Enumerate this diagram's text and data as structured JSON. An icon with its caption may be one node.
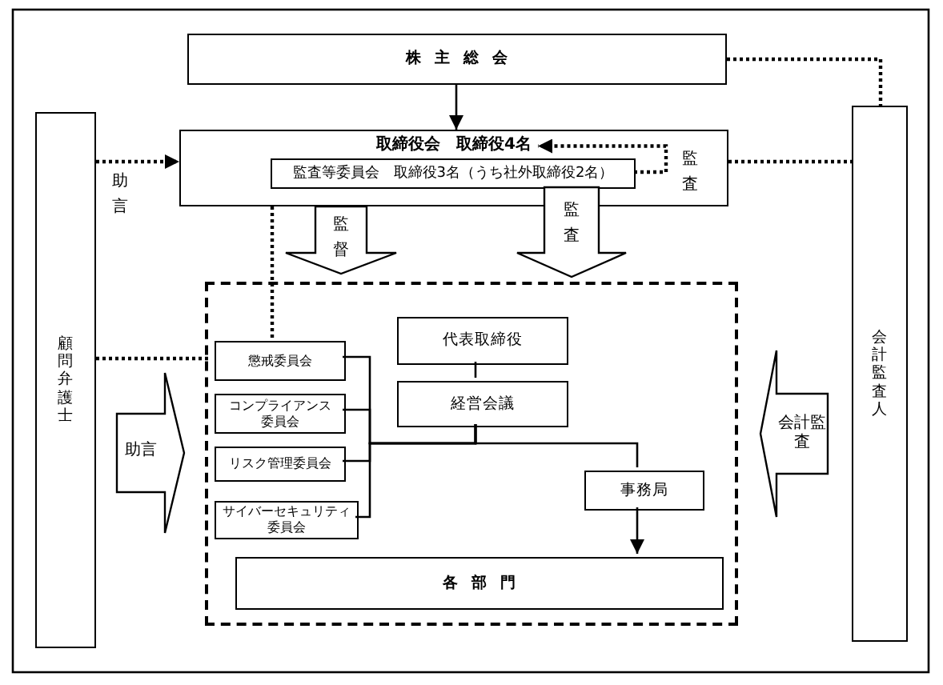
{
  "diagram": {
    "nodes": [
      {
        "text": [
          "株主総会"
        ]
      },
      {
        "text": [
          "取締役会　取締役4名"
        ]
      },
      {
        "text": [
          "監査等委員会　取締役3名（うち社外取締役2名）"
        ],
        "in": 1
      },
      {
        "text": [
          "顧問弁護士"
        ]
      },
      {
        "text": [
          "会計監査人"
        ]
      },
      {
        "text": [],
        "shape": "box"
      },
      {
        "text": [
          "懲戒委員会"
        ],
        "in": 5
      },
      {
        "text": [
          "コンプライアンス委員会"
        ],
        "in": 5
      },
      {
        "text": [
          "リスク管理委員会"
        ],
        "in": 5
      },
      {
        "text": [
          "サイバーセキュリティ委員会"
        ],
        "in": 5
      },
      {
        "text": [
          "代表取締役"
        ],
        "in": 5
      },
      {
        "text": [
          "経営会議"
        ],
        "in": 5
      },
      {
        "text": [
          "事務局"
        ],
        "in": 5
      },
      {
        "text": [
          "各部門"
        ],
        "in": 5
      }
    ],
    "edges": [
      {
        "from": 0,
        "to": 1,
        "arrow": "to"
      },
      {
        "from": 3,
        "to": 1,
        "arrow": "to",
        "style": "dashed",
        "label": "助言"
      },
      {
        "from": 2,
        "to": 1,
        "arrow": "to",
        "style": "dashed",
        "label": "監査"
      },
      {
        "from": 0,
        "to": 4,
        "arrow": "none",
        "style": "dashed"
      },
      {
        "from": 1,
        "to": 4,
        "arrow": "none",
        "style": "dashed"
      },
      {
        "from": 1,
        "to": 5,
        "arrow": "to",
        "style": "thick",
        "label": "監督"
      },
      {
        "from": 2,
        "to": 5,
        "arrow": "to",
        "style": "thick",
        "label": "監査"
      },
      {
        "from": 1,
        "to": 6,
        "arrow": "none",
        "style": "dashed"
      },
      {
        "from": 3,
        "to": 6,
        "arrow": "none",
        "style": "dashed"
      },
      {
        "from": 3,
        "to": 5,
        "arrow": "to",
        "style": "thick",
        "label": "助言"
      },
      {
        "from": 4,
        "to": 5,
        "arrow": "to",
        "style": "thick",
        "label": "会計監査"
      },
      {
        "from": 10,
        "to": 11,
        "arrow": "none"
      },
      {
        "from": 6,
        "to": 11,
        "arrow": "none"
      },
      {
        "from": 7,
        "to": 11,
        "arrow": "none"
      },
      {
        "from": 8,
        "to": 11,
        "arrow": "none"
      },
      {
        "from": 9,
        "to": 11,
        "arrow": "none"
      },
      {
        "from": 11,
        "to": 12,
        "arrow": "none"
      },
      {
        "from": 12,
        "to": 13,
        "arrow": "to"
      }
    ]
  }
}
